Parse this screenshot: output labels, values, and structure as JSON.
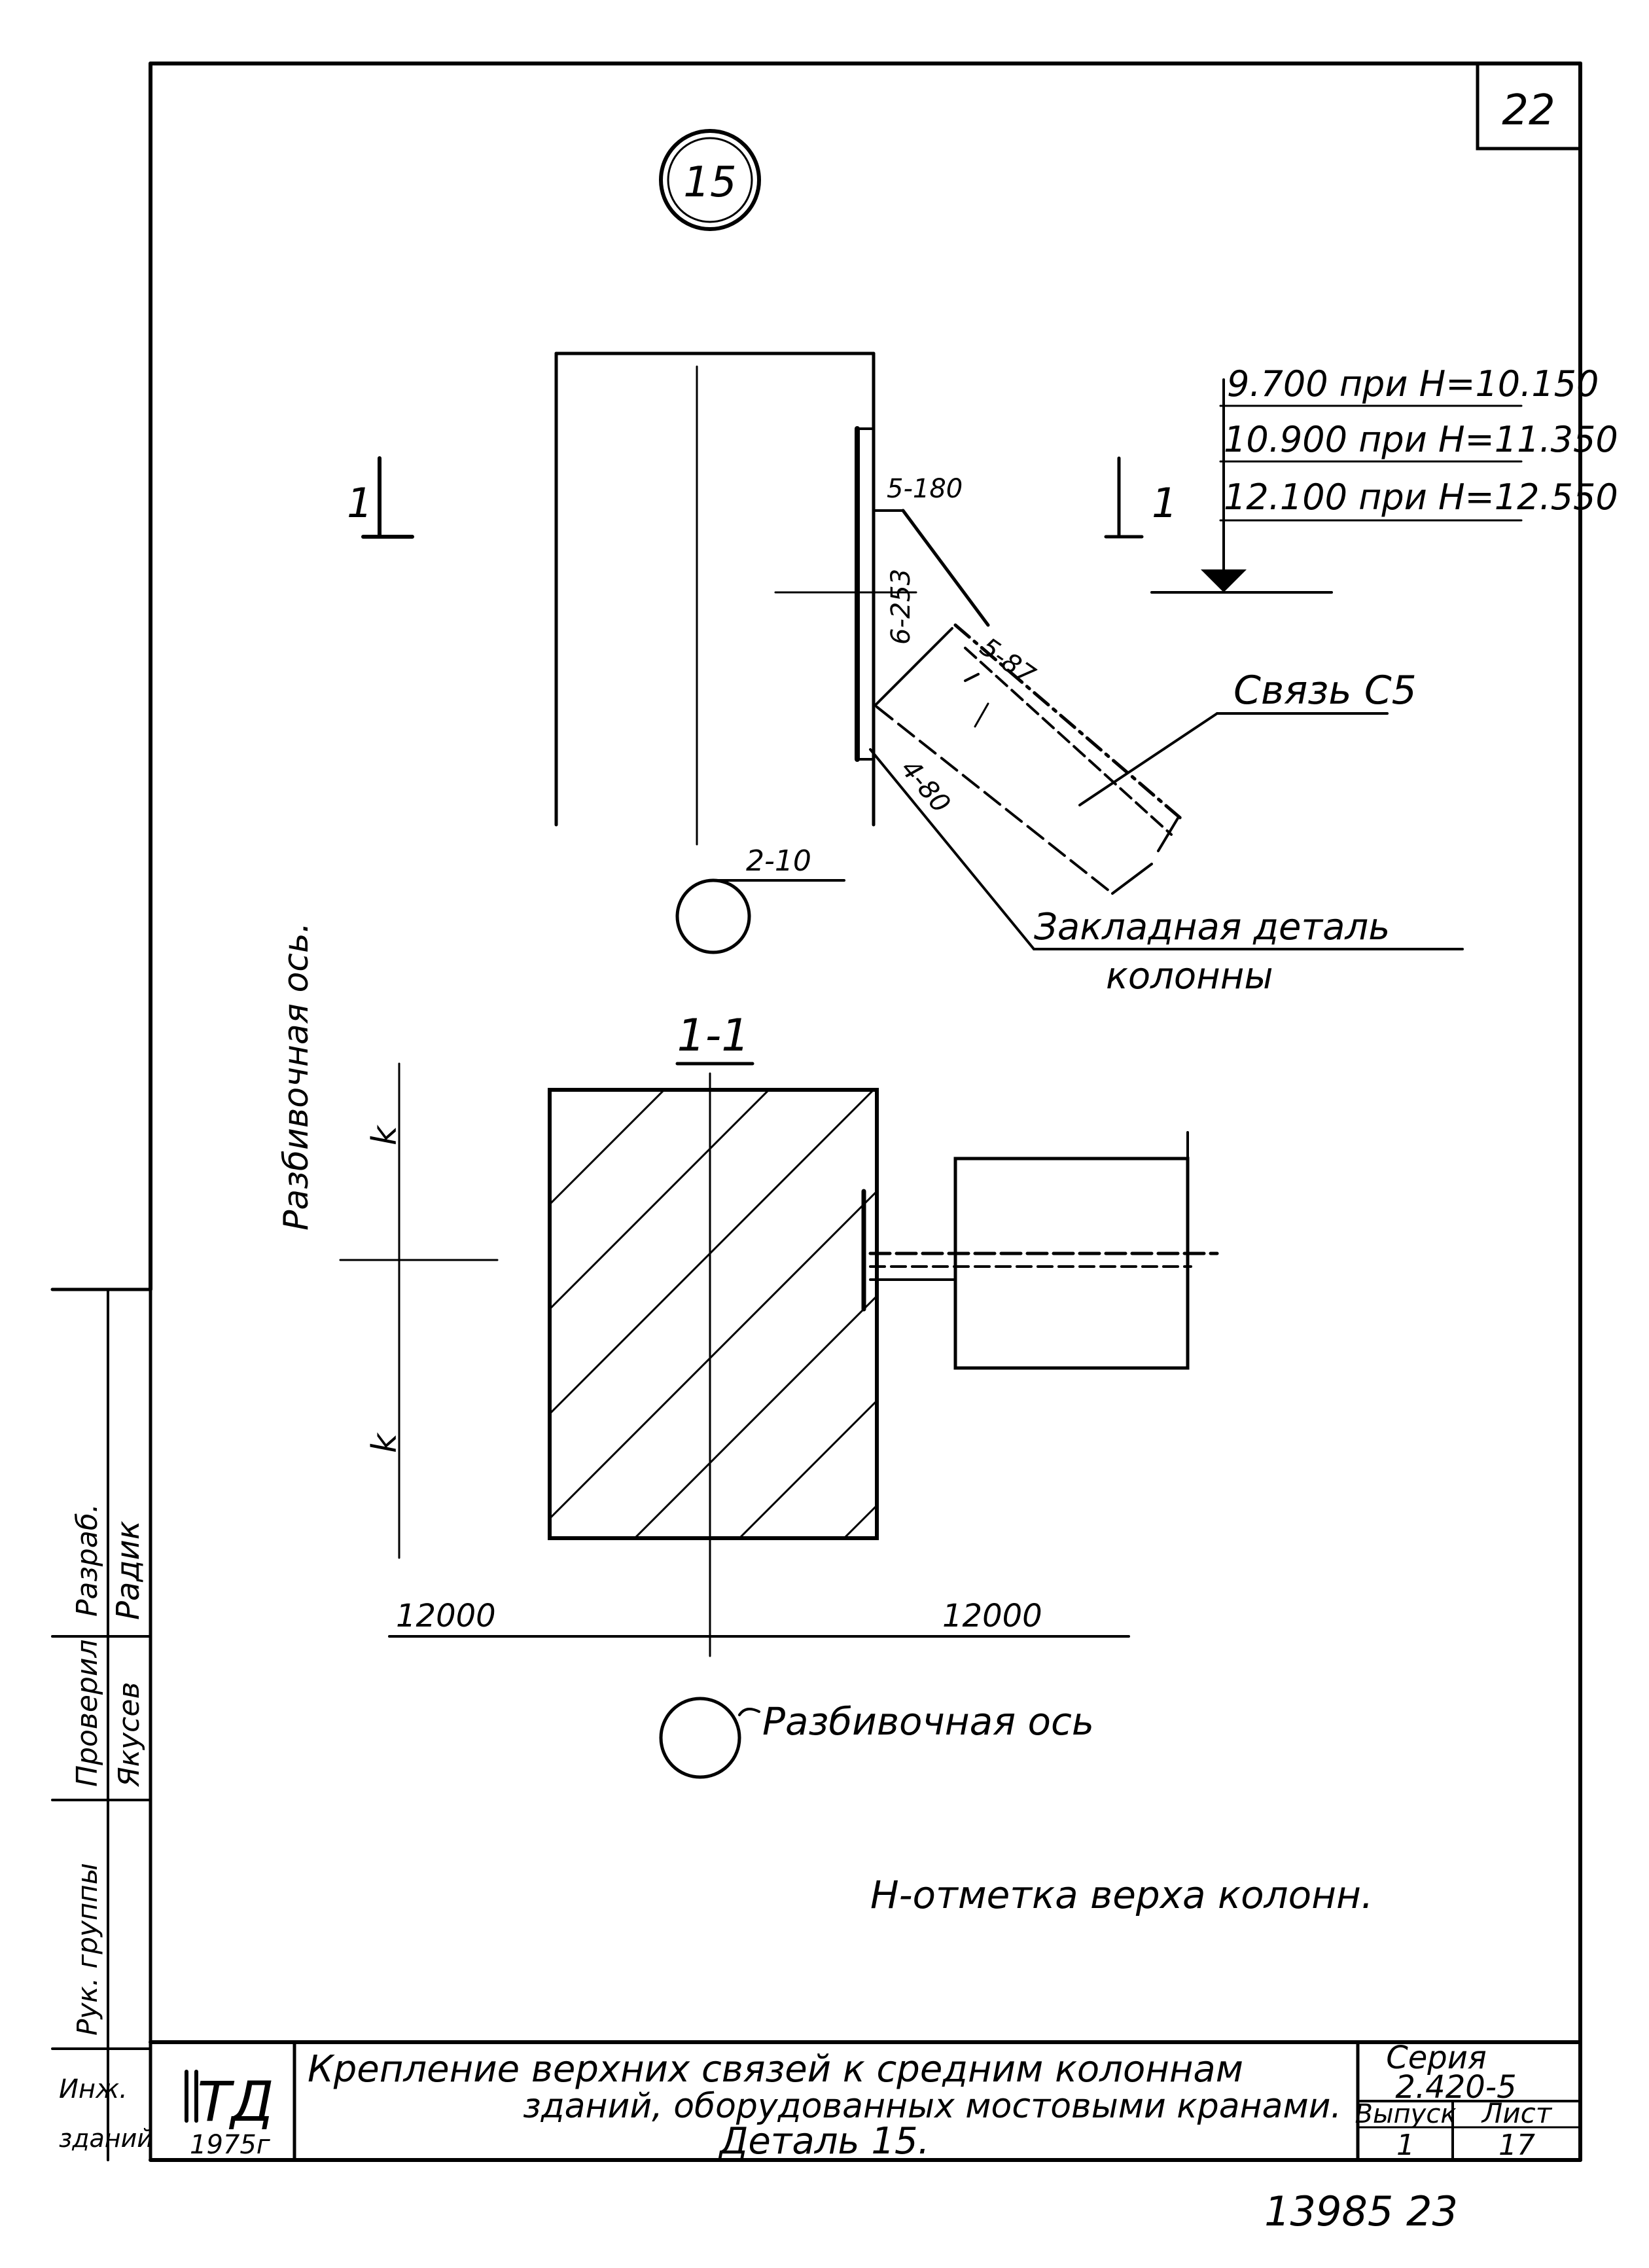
{
  "sheet": {
    "corner_number": "22",
    "bottom_number": "13985 23"
  },
  "detail_marker": {
    "number": "15"
  },
  "plan_view": {
    "section_mark_left": "1",
    "section_mark_right": "1",
    "elevations": [
      "9.700 при H=10.150",
      "10.900 при H=11.350",
      "12.100 при H=12.550"
    ],
    "weld_labels": [
      "5-180",
      "6-253",
      "5-87",
      "4-80"
    ],
    "brace_label": "Связь С5",
    "embedded_label_line1": "Закладная деталь",
    "embedded_label_line2": "колонны",
    "dimension_label": "2-10",
    "vertical_axis_label": "Разбивочная ось."
  },
  "section_view": {
    "title": "1-1",
    "dim_left": "12000",
    "dim_right": "12000",
    "axis_label": "Разбивочная ось"
  },
  "note": "H-отметка верха колонн.",
  "side_stamps": {
    "row1": [
      "Разраб.",
      "Радик"
    ],
    "row2": [
      "Проверил",
      "Якусев"
    ],
    "row3": [
      "Рук. группы"
    ],
    "row4": [
      "Инж.",
      "зданий"
    ]
  },
  "title_block": {
    "logo_text": "ТД",
    "year": "1975г",
    "title_line1": "Крепление верхних связей к средним колоннам",
    "title_line2": "зданий, оборудованных мостовыми кранами.",
    "title_line3": "Деталь 15.",
    "series_label": "Серия",
    "series_value": "2.420-5",
    "issue_label": "Выпуск",
    "issue_value": "1",
    "sheet_label": "Лист",
    "sheet_value": "17"
  }
}
